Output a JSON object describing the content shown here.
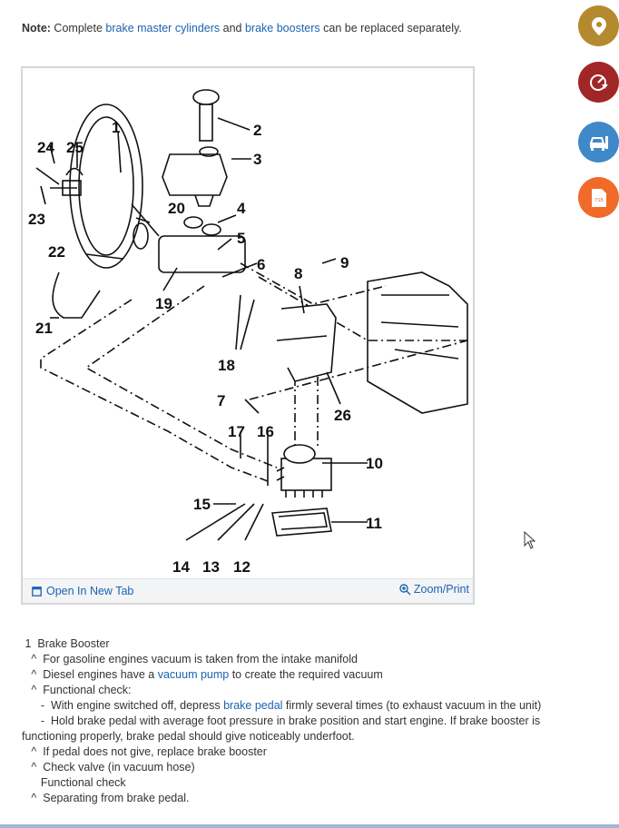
{
  "note": {
    "prefix": "Note:",
    "t1": " Complete ",
    "link1": "brake master cylinders",
    "t2": " and ",
    "link2": "brake boosters",
    "t3": " can be replaced separately."
  },
  "figure": {
    "open_label": "Open In New Tab",
    "zoom_label": "Zoom/Print",
    "callouts": [
      "1",
      "2",
      "3",
      "4",
      "5",
      "6",
      "7",
      "8",
      "9",
      "10",
      "11",
      "12",
      "13",
      "14",
      "15",
      "16",
      "17",
      "18",
      "19",
      "20",
      "21",
      "22",
      "23",
      "24",
      "25",
      "26"
    ]
  },
  "fabs": [
    {
      "name": "location",
      "color": "#b58a2e",
      "icon": "map-pin-icon"
    },
    {
      "name": "diagnostics",
      "color": "#a12626",
      "icon": "gauge-icon"
    },
    {
      "name": "vehicle",
      "color": "#3f88c9",
      "icon": "car-service-icon"
    },
    {
      "name": "tsb",
      "color": "#f06a2a",
      "icon": "tsb-document-icon",
      "label": "TSB"
    }
  ],
  "content": {
    "l1": " 1  Brake Booster",
    "l2": "   ^  For gasoline engines vacuum is taken from the intake manifold",
    "l3a": "   ^  Diesel engines have a ",
    "l3link": "vacuum pump",
    "l3b": " to create the required vacuum",
    "l4": "   ^  Functional check:",
    "l5a": "      -  With engine switched off, depress ",
    "l5link": "brake pedal",
    "l5b": " firmly several times (to exhaust vacuum in the unit)",
    "l6": "      -  Hold brake pedal with average foot pressure in brake position and start engine. If brake booster is functioning properly, brake pedal should give noticeably underfoot.",
    "l7": "   ^  If pedal does not give, replace brake booster",
    "l8": "   ^  Check valve (in vacuum hose)",
    "l9": "      Functional check",
    "l10": "   ^  Separating from brake pedal."
  }
}
